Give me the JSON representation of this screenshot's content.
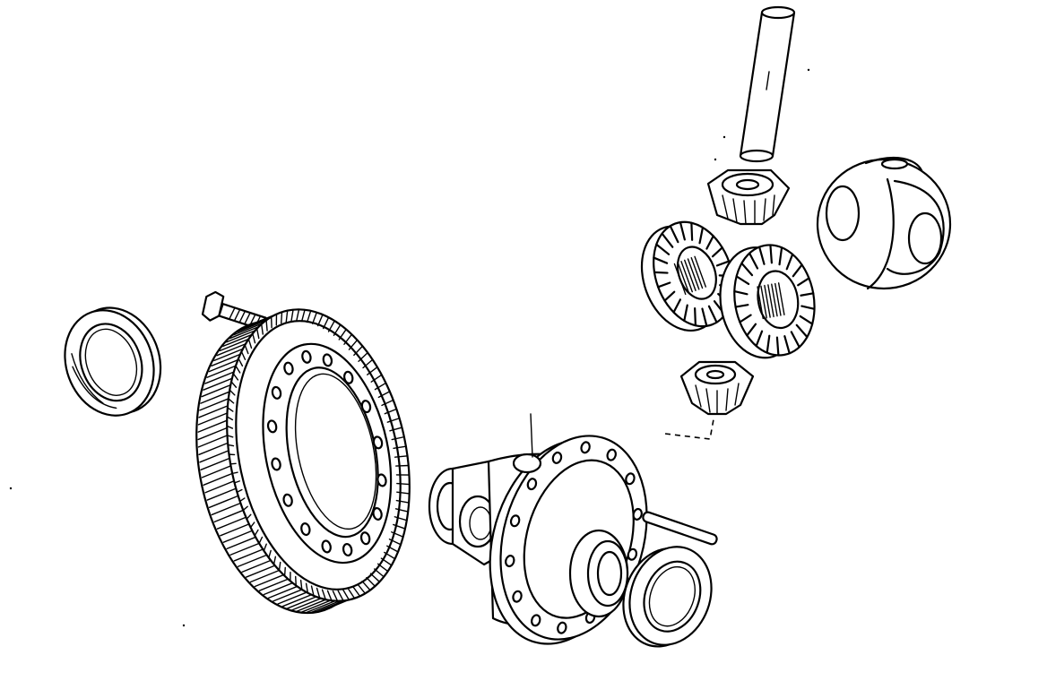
{
  "diagram": {
    "kind": "exploded-view",
    "style": "black line art on white",
    "line_color": "#000000",
    "background_color": "#ffffff",
    "parts": [
      "left-seal-ring",
      "ring-gear-bolt",
      "ring-gear",
      "differential-case",
      "right-seal-ring",
      "lock-pin",
      "pinion-shaft",
      "upper-pinion-gear",
      "left-side-gear",
      "right-side-gear",
      "lower-pinion-gear",
      "spherical-carrier"
    ]
  }
}
